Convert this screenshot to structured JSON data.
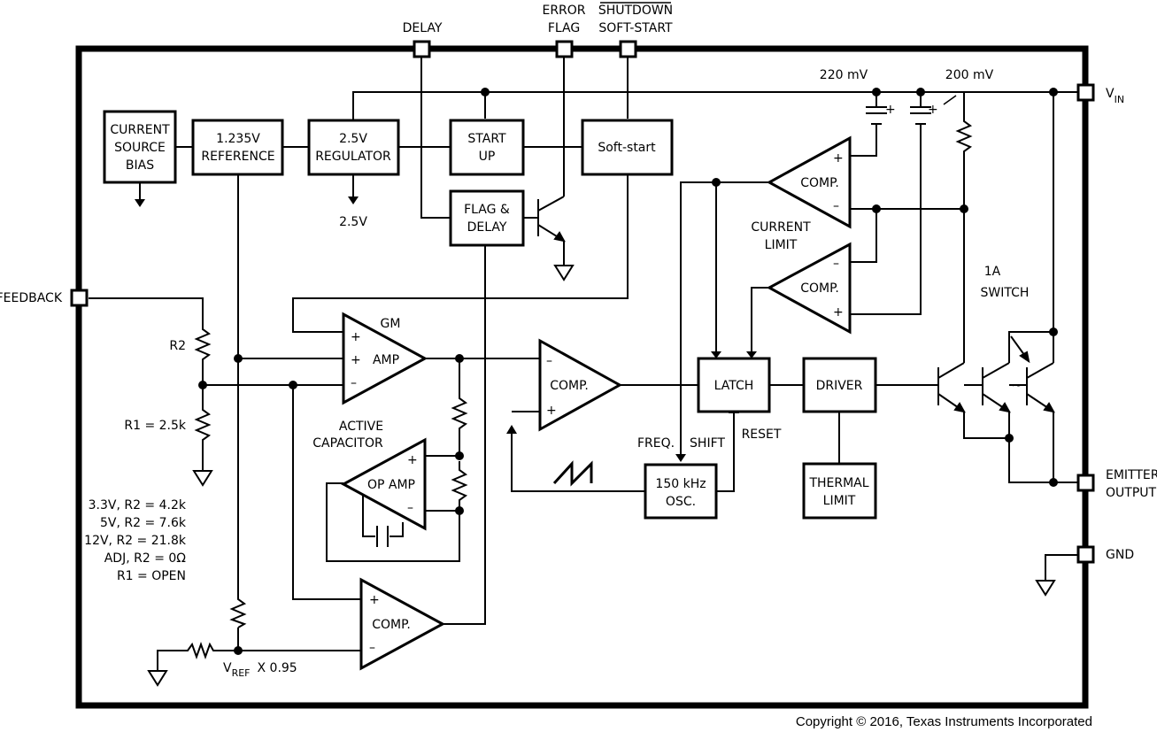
{
  "pins": {
    "delay": "DELAY",
    "error_flag_1": "ERROR",
    "error_flag_2": "FLAG",
    "shutdown": "SHUTDOWN",
    "soft_start": "SOFT-START",
    "vin_v": "V",
    "vin_sub": "IN",
    "feedback": "FEEDBACK",
    "emitter_1": "EMITTER",
    "emitter_2": "OUTPUT",
    "gnd": "GND"
  },
  "blocks": {
    "current_source_1": "CURRENT",
    "current_source_2": "SOURCE",
    "current_source_3": "BIAS",
    "reference_1": "1.235V",
    "reference_2": "REFERENCE",
    "regulator_1": "2.5V",
    "regulator_2": "REGULATOR",
    "start_up_1": "START",
    "start_up_2": "UP",
    "soft_start": "Soft-start",
    "flag_delay_1": "FLAG &",
    "flag_delay_2": "DELAY",
    "latch": "LATCH",
    "driver": "DRIVER",
    "osc_1": "150 kHz",
    "osc_2": "OSC.",
    "thermal_1": "THERMAL",
    "thermal_2": "LIMIT"
  },
  "amps": {
    "gm_label": "GM",
    "gm_amp": "AMP",
    "comp": "COMP.",
    "op_amp": "OP AMP",
    "plus": "+",
    "minus": "–"
  },
  "labels": {
    "reg_out": "2.5V",
    "v220": "220 mV",
    "v200": "200 mV",
    "current_limit_1": "CURRENT",
    "current_limit_2": "LIMIT",
    "switch_1": "1A",
    "switch_2": "SWITCH",
    "r2": "R2",
    "r1": "R1 = 2.5k",
    "active_cap_1": "ACTIVE",
    "active_cap_2": "CAPACITOR",
    "freq": "FREQ.",
    "shift": "SHIFT",
    "reset": "RESET",
    "vref_v": "V",
    "vref_sub": "REF",
    "vref_factor": "X 0.95",
    "tilde": "~"
  },
  "table": [
    "3.3V, R2 = 4.2k",
    "5V, R2 = 7.6k",
    "12V, R2 = 21.8k",
    "ADJ, R2 = 0Ω",
    "R1 = OPEN"
  ],
  "copyright": "Copyright © 2016, Texas Instruments Incorporated"
}
